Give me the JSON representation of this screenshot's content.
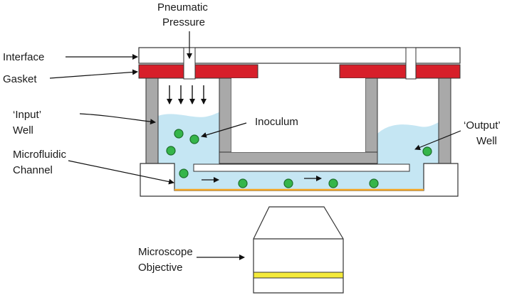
{
  "labels": {
    "pneumatic_line1": "Pneumatic",
    "pneumatic_line2": "Pressure",
    "interface": "Interface",
    "gasket": "Gasket",
    "input_well_line1": "‘Input’",
    "input_well_line2": "Well",
    "inoculum": "Inoculum",
    "output_well_line1": "‘Output’",
    "output_well_line2": "Well",
    "microfluidic_line1": "Microfluidic",
    "microfluidic_line2": "Channel",
    "microscope_line1": "Microscope",
    "microscope_line2": "Objective"
  },
  "colors": {
    "gasket": "#d71f2a",
    "pillar": "#a9a9a9",
    "liquid": "#c5e6f3",
    "cell_fill": "#35b54a",
    "cell_stroke": "#1c6e2a",
    "membrane": "#f5a623",
    "lens_band": "#f4ea3a",
    "outline": "#333333"
  }
}
